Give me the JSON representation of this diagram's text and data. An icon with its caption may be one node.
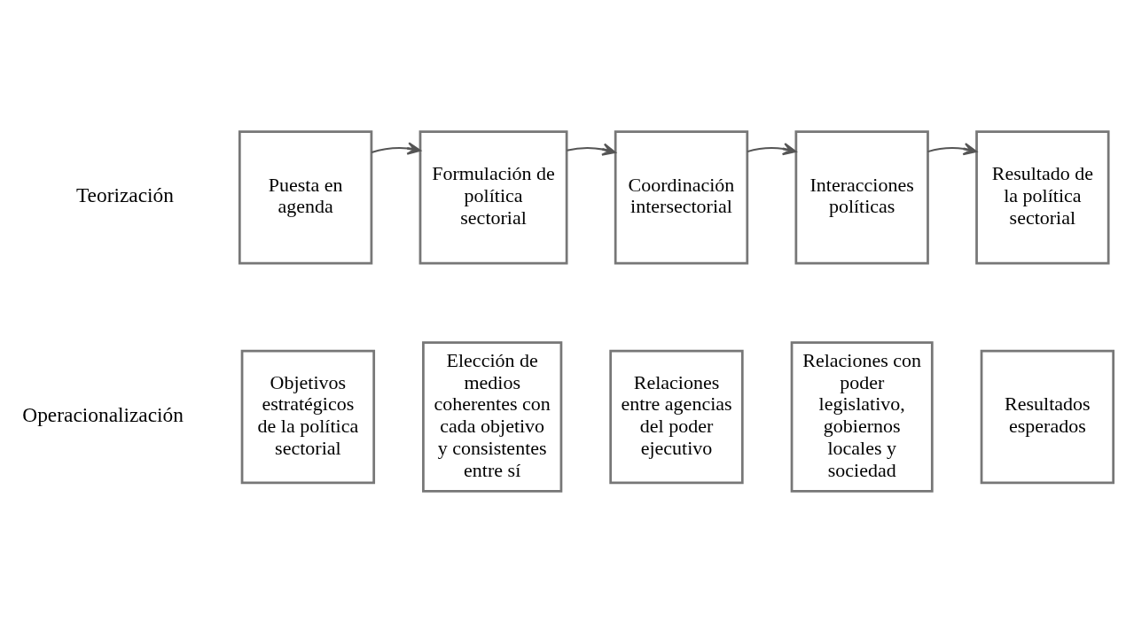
{
  "diagram": {
    "nodes": [
      {
        "text": [
          "Puesta en agenda"
        ]
      },
      {
        "text": [
          "Formulación de política sectorial"
        ]
      },
      {
        "text": [
          "Coordinación intersectorial"
        ]
      },
      {
        "text": [
          "Interacciones políticas"
        ]
      },
      {
        "text": [
          "Resultado de la política sectorial"
        ]
      },
      {
        "text": [
          "Objetivos estratégicos de la política sectorial"
        ]
      },
      {
        "text": [
          "Elección de medios coherentes con cada objetivo y consistentes entre sí"
        ]
      },
      {
        "text": [
          "Relaciones entre agencias del poder ejecutivo"
        ]
      },
      {
        "text": [
          "Relaciones con poder legislativo, gobiernos locales y sociedad"
        ]
      },
      {
        "text": [
          "Resultados esperados"
        ]
      }
    ],
    "edges": [
      {
        "from": 0,
        "to": 1,
        "arrow": "to"
      },
      {
        "from": 1,
        "to": 2,
        "arrow": "to"
      },
      {
        "from": 2,
        "to": 3,
        "arrow": "to"
      },
      {
        "from": 3,
        "to": 4,
        "arrow": "to"
      }
    ],
    "labels": [
      "Teorización",
      "Operacionalización"
    ]
  }
}
